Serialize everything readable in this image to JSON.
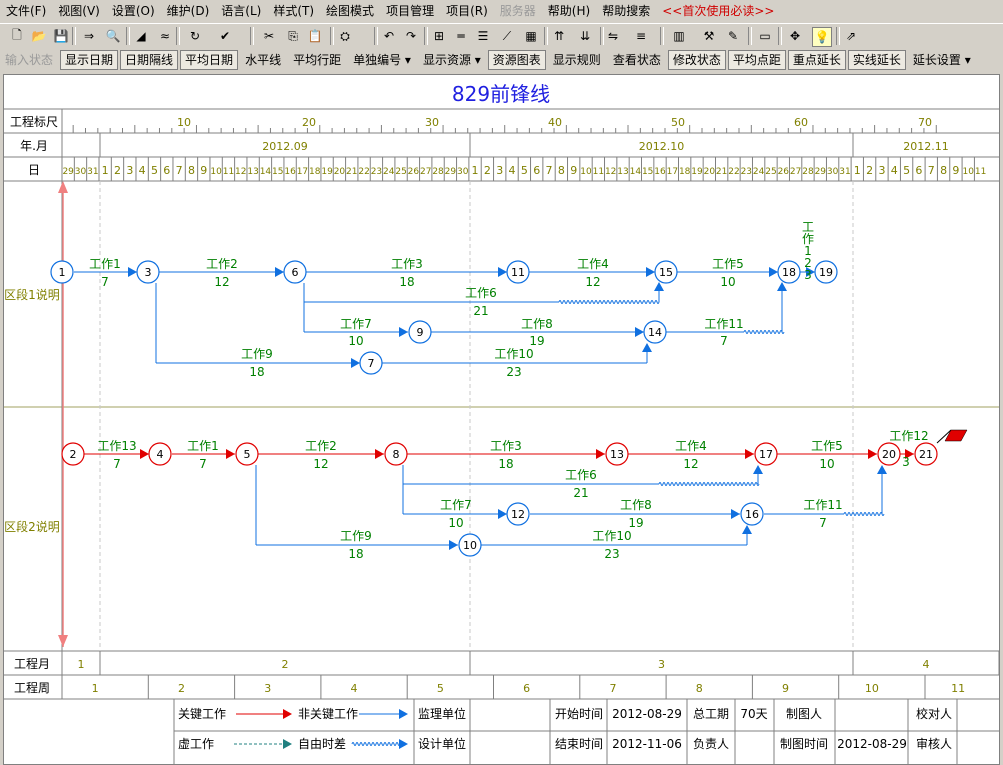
{
  "menu": [
    "文件(F)",
    "视图(V)",
    "设置(O)",
    "维护(D)",
    "语言(L)",
    "样式(T)",
    "绘图模式",
    "项目管理",
    "项目(R)",
    "服务器",
    "帮助(H)",
    "帮助搜索",
    "<<首次使用必读>>"
  ],
  "toolbar_icons": [
    "new-icon",
    "open-icon",
    "save-icon",
    "export-icon",
    "print-preview-icon",
    "triangle-icon",
    "align-icon",
    "refresh-icon",
    "check-icon",
    "cut-icon",
    "copy-icon",
    "paste-icon",
    "find-icon",
    "undo-icon",
    "redo-icon",
    "network-icon",
    "bar-icon",
    "list-icon",
    "curve-icon",
    "resource-icon",
    "split-icon",
    "merge-icon",
    "spacing-icon",
    "align2-icon",
    "books-icon",
    "tools-icon",
    "edit-icon",
    "monitor-icon",
    "move-icon",
    "bulb-icon",
    "export2-icon"
  ],
  "toolbar2": [
    "输入状态",
    "显示日期",
    "日期隔线",
    "平均日期",
    "水平线",
    "平均行距",
    "单独编号",
    "显示资源",
    "资源图表",
    "显示规则",
    "查看状态",
    "修改状态",
    "平均点距",
    "重点延长",
    "实线延长",
    "延长设置"
  ],
  "toolbar2_dropdowns": [
    "单独编号",
    "显示资源",
    "延长设置"
  ],
  "toolbar2_boxed": [
    "显示日期",
    "日期隔线",
    "平均日期",
    "资源图表",
    "修改状态",
    "平均点距",
    "重点延长",
    "实线延长"
  ],
  "title": "829前锋线",
  "header": {
    "ruler_label": "工程标尺",
    "ym_label": "年.月",
    "day_label": "日",
    "ruler_ticks": [
      "10",
      "20",
      "30",
      "40",
      "50",
      "60",
      "70"
    ],
    "months": [
      "2012.09",
      "2012.10",
      "2012.11"
    ],
    "days": [
      "29",
      "30",
      "31",
      "1",
      "2",
      "3",
      "4",
      "5",
      "6",
      "7",
      "8",
      "9",
      "10",
      "11",
      "12",
      "13",
      "14",
      "15",
      "16",
      "17",
      "18",
      "19",
      "20",
      "21",
      "22",
      "23",
      "24",
      "25",
      "26",
      "27",
      "28",
      "29",
      "30",
      "1",
      "2",
      "3",
      "4",
      "5",
      "6",
      "7",
      "8",
      "9",
      "10",
      "11",
      "12",
      "13",
      "14",
      "15",
      "16",
      "17",
      "18",
      "19",
      "20",
      "21",
      "22",
      "23",
      "24",
      "25",
      "26",
      "27",
      "28",
      "29",
      "30",
      "31",
      "1",
      "2",
      "3",
      "4",
      "5",
      "6",
      "7",
      "8",
      "9",
      "10",
      "11"
    ]
  },
  "sections": [
    "区段1说明",
    "区段2说明"
  ],
  "nodes": [
    {
      "id": "1",
      "c": "blue"
    },
    {
      "id": "3",
      "c": "blue"
    },
    {
      "id": "6",
      "c": "blue"
    },
    {
      "id": "11",
      "c": "blue"
    },
    {
      "id": "15",
      "c": "blue"
    },
    {
      "id": "18",
      "c": "blue"
    },
    {
      "id": "19",
      "c": "blue"
    },
    {
      "id": "9",
      "c": "blue"
    },
    {
      "id": "14",
      "c": "blue"
    },
    {
      "id": "7",
      "c": "blue"
    },
    {
      "id": "2",
      "c": "red"
    },
    {
      "id": "4",
      "c": "red"
    },
    {
      "id": "5",
      "c": "red"
    },
    {
      "id": "8",
      "c": "red"
    },
    {
      "id": "13",
      "c": "red"
    },
    {
      "id": "17",
      "c": "red"
    },
    {
      "id": "20",
      "c": "red"
    },
    {
      "id": "21",
      "c": "red"
    },
    {
      "id": "12",
      "c": "blue"
    },
    {
      "id": "16",
      "c": "blue"
    },
    {
      "id": "10",
      "c": "blue"
    }
  ],
  "activities": [
    {
      "name": "工作1",
      "dur": "7"
    },
    {
      "name": "工作2",
      "dur": "12"
    },
    {
      "name": "工作3",
      "dur": "18"
    },
    {
      "name": "工作4",
      "dur": "12"
    },
    {
      "name": "工作5",
      "dur": "10"
    },
    {
      "name": "工作6",
      "dur": "21"
    },
    {
      "name": "工作7",
      "dur": "10"
    },
    {
      "name": "工作8",
      "dur": "19"
    },
    {
      "name": "工作11",
      "dur": "7"
    },
    {
      "name": "工作9",
      "dur": "18"
    },
    {
      "name": "工作10",
      "dur": "23"
    },
    {
      "name": "工作12",
      "dur": "3"
    },
    {
      "name": "工作13",
      "dur": "7"
    },
    {
      "name": "工作1",
      "dur": "7"
    },
    {
      "name": "工作2",
      "dur": "12"
    },
    {
      "name": "工作3",
      "dur": "18"
    },
    {
      "name": "工作4",
      "dur": "12"
    },
    {
      "name": "工作5",
      "dur": "10"
    },
    {
      "name": "工作6",
      "dur": "21"
    },
    {
      "name": "工作7",
      "dur": "10"
    },
    {
      "name": "工作8",
      "dur": "19"
    },
    {
      "name": "工作11",
      "dur": "7"
    },
    {
      "name": "工作9",
      "dur": "18"
    },
    {
      "name": "工作10",
      "dur": "23"
    },
    {
      "name": "工作12",
      "dur": "3"
    }
  ],
  "vertical_label": "工作123",
  "footer": {
    "month_label": "工程月",
    "months": [
      "1",
      "2",
      "3",
      "4"
    ],
    "week_label": "工程周",
    "weeks": [
      "1",
      "2",
      "3",
      "4",
      "5",
      "6",
      "7",
      "8",
      "9",
      "10",
      "11"
    ]
  },
  "legend": {
    "critical": "关键工作",
    "noncritical": "非关键工作",
    "dummy": "虚工作",
    "free_float": "自由时差",
    "supervisor": "监理单位",
    "designer": "设计单位",
    "start_label": "开始时间",
    "start_value": "2012-08-29",
    "end_label": "结束时间",
    "end_value": "2012-11-06",
    "duration_label": "总工期",
    "duration_value": "70天",
    "responsible_label": "负责人",
    "drawer_label": "制图人",
    "draw_time_label": "制图时间",
    "draw_time_value": "2012-08-29",
    "checker_label": "校对人",
    "auditor_label": "审核人"
  },
  "colors": {
    "critical": "#e00000",
    "noncritical": "#1070e0",
    "text_green": "#008000",
    "text_olive": "#808000",
    "title": "#2020e0"
  }
}
